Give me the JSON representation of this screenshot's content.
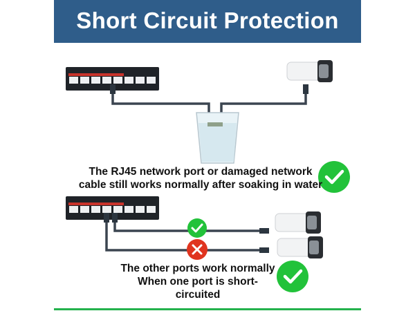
{
  "header": {
    "title": "Short Circuit Protection"
  },
  "section_water": {
    "caption_line1": "The RJ45 network port or damaged network",
    "caption_line2": "cable still works normally after soaking in water",
    "status_icon": "check-circle"
  },
  "section_short": {
    "port_ok_icon": "check-circle",
    "port_fail_icon": "x-circle",
    "caption_line1": "The other ports work normally",
    "caption_line2": "When one port is short-circuited",
    "status_icon": "check-circle"
  },
  "colors": {
    "header": "#2f5d8a",
    "ok": "#22c23a",
    "fail": "#e0341f",
    "cable": "#3b4550",
    "bottom_line": "#22b14c"
  }
}
